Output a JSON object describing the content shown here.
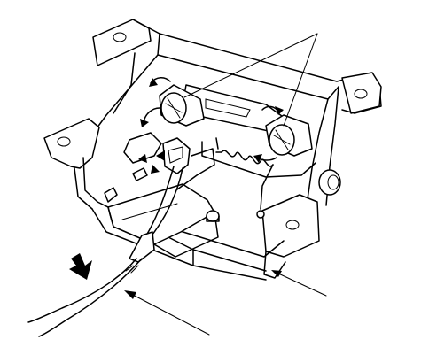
{
  "figure": {
    "kind": "line-art technical illustration",
    "colors": {
      "ink": "#000000",
      "paper": "#ffffff"
    },
    "parts": [
      "mounting-bracket",
      "bolt-left",
      "bolt-right",
      "tension-spring",
      "lever",
      "cable",
      "pivot-pin"
    ],
    "callouts": [
      {
        "name": "callout-bolts",
        "count": 2
      },
      {
        "name": "callout-bracket-lower"
      },
      {
        "name": "callout-cable"
      }
    ],
    "direction_arrows": [
      "pull-direction-arrow",
      "bolt-rotation-arrows"
    ]
  }
}
